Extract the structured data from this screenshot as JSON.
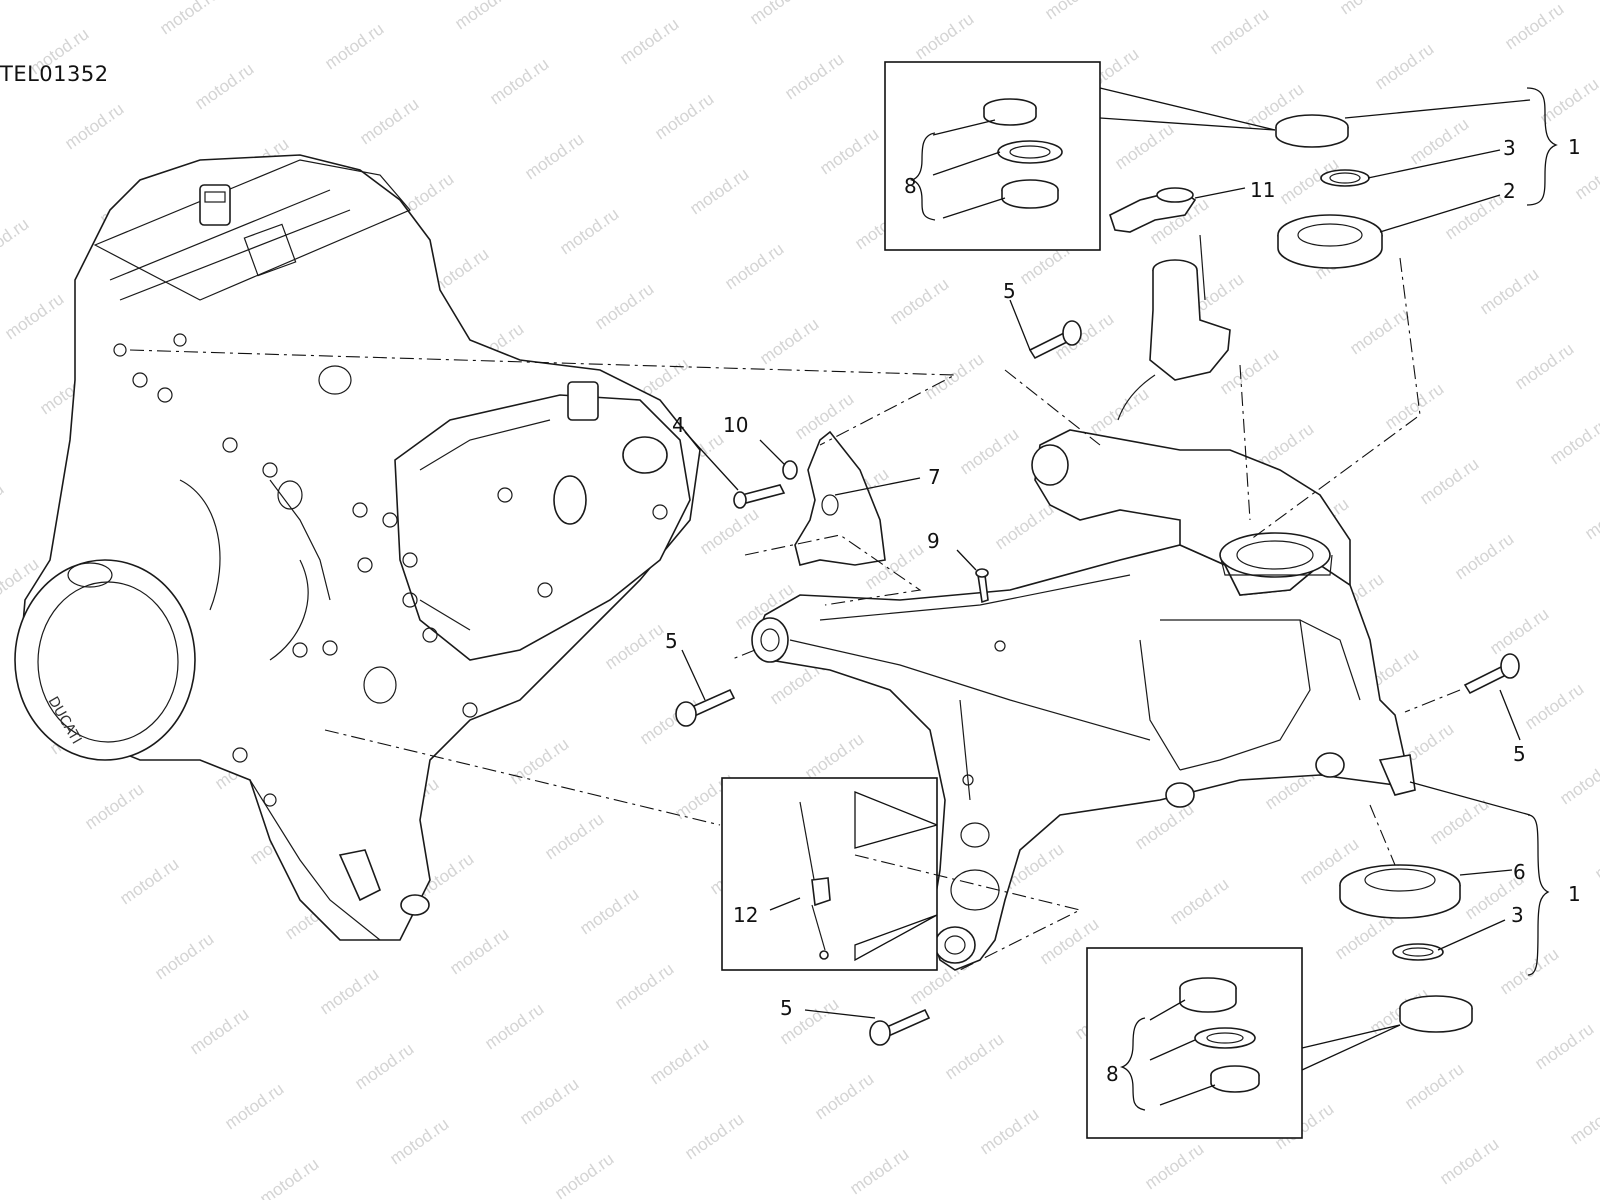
{
  "diagram": {
    "code": "TEL01352",
    "watermark": "motod.ru",
    "engine_marking": "DUCATI",
    "callouts": {
      "c1_top": "1",
      "c1_bottom": "1",
      "c2": "2",
      "c3_top": "3",
      "c3_bottom": "3",
      "c4": "4",
      "c5_a": "5",
      "c5_b": "5",
      "c5_c": "5",
      "c5_d": "5",
      "c6": "6",
      "c7": "7",
      "c8_top": "8",
      "c8_bottom": "8",
      "c9": "9",
      "c10": "10",
      "c11": "11",
      "c12": "12"
    }
  }
}
